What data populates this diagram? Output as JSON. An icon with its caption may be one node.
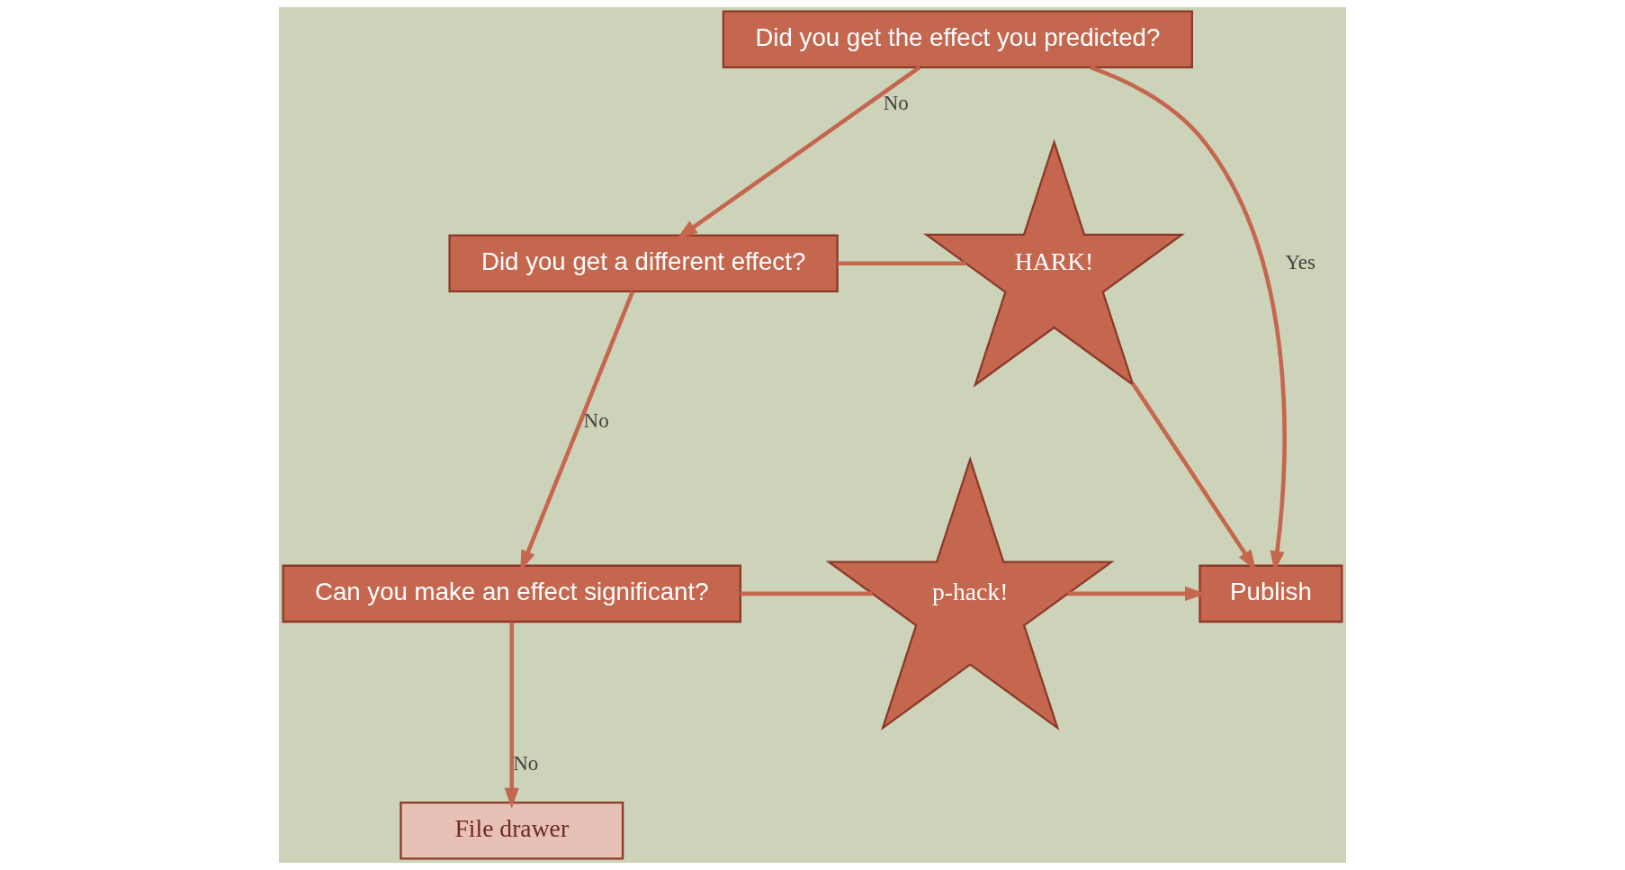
{
  "diagram": {
    "nodes": [
      {
        "text": [
          "Did you get the effect you predicted?"
        ]
      },
      {
        "text": [
          "Did you get a different effect?"
        ]
      },
      {
        "text": [
          "Can you make an effect significant?"
        ]
      },
      {
        "text": [
          "File drawer"
        ]
      },
      {
        "text": [
          "Publish"
        ]
      },
      {
        "text": [
          "HARK!"
        ]
      },
      {
        "text": [
          "p-hack!"
        ]
      }
    ],
    "edges": [
      {
        "from": 0,
        "to": 1,
        "arrow": "to",
        "label": "No"
      },
      {
        "from": 0,
        "to": 4,
        "arrow": "to",
        "label": "Yes"
      },
      {
        "from": 1,
        "to": 5,
        "arrow": "none"
      },
      {
        "from": 5,
        "to": 4,
        "arrow": "to"
      },
      {
        "from": 1,
        "to": 2,
        "arrow": "to",
        "label": "No"
      },
      {
        "from": 2,
        "to": 6,
        "arrow": "none"
      },
      {
        "from": 6,
        "to": 4,
        "arrow": "to"
      },
      {
        "from": 2,
        "to": 3,
        "arrow": "to",
        "label": "No"
      }
    ]
  }
}
